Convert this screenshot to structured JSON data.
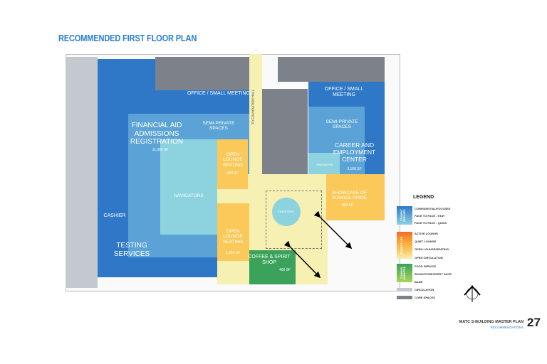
{
  "title": "RECOMMENDED FIRST FLOOR PLAN",
  "plan": {
    "office_small_meeting_left": "OFFICE / SMALL MEETING",
    "semi_private_left": "SEMI-PRIVATE SPACES",
    "financial_aid": "FINANCIAL AID ADMISSIONS REGISTRATION",
    "financial_aid_area": "11,000 SF",
    "navigators": "NAVIGATORS",
    "cashier": "CASHIER",
    "testing": "TESTING SERVICES",
    "lounge_top": "OPEN LOUNGE SEATING",
    "lounge_top_area": "650 SF",
    "lounge_bottom": "OPEN LOUNGE SEATING",
    "lounge_bottom_area": "1,000 SF",
    "foundation_hall": "TO FOUNDATION HALL",
    "office_small_meeting_right": "OFFICE / SMALL MEETING",
    "semi_private_right": "SEMI-PRIVATE SPACES",
    "career": "CAREER AND EMPLOYMENT CENTER",
    "career_area": "3,100 SF",
    "navigator": "NAVIGATOR",
    "showcase": "SHOWCASE OF SCHOOL PRIDE",
    "showcase_area": "850 SF",
    "greeters": "GREETERS",
    "coffee": "COFFEE & SPIRIT SHOP",
    "coffee_area": "400 SF"
  },
  "legend": {
    "title": "LEGEND",
    "groups": [
      {
        "name": "STUDENT SERVICES",
        "items": [
          {
            "label": "CONFIDENTIAL/FOCUSED",
            "color": "#2f78c8"
          },
          {
            "label": "FACE TO FACE - STAY",
            "color": "#5ba3d6"
          },
          {
            "label": "FACE TO FACE - QUICK",
            "color": "#8dd3df"
          }
        ]
      },
      {
        "name": "STUDENT LIFE",
        "items": [
          {
            "label": "ACTIVE LOUNGE",
            "color": "#ef6a2a"
          },
          {
            "label": "QUIET LOUNGE",
            "color": "#f7a233"
          },
          {
            "label": "OPEN LOUNGE/SEATING",
            "color": "#fbc85a"
          },
          {
            "label": "OPEN CIRCULATION",
            "color": "#f6f0b2"
          }
        ]
      },
      {
        "name": "COMMON AMENITIES",
        "items": [
          {
            "label": "FOOD SERVICE",
            "color": "#3aa25a"
          },
          {
            "label": "BOOKSTORE/SPIRIT SHOP",
            "color": "#6cbf4c"
          },
          {
            "label": "BANK",
            "color": "#a9d65a"
          }
        ]
      }
    ],
    "other": [
      {
        "label": "CIRCULATION",
        "color": "#c4c8cf"
      },
      {
        "label": "CORE SPACES",
        "color": "#7d818a"
      }
    ]
  },
  "footer": {
    "doc": "MATC S-BUILDING MASTER PLAN",
    "section": "RECOMMENDATIONS",
    "page": "27"
  }
}
